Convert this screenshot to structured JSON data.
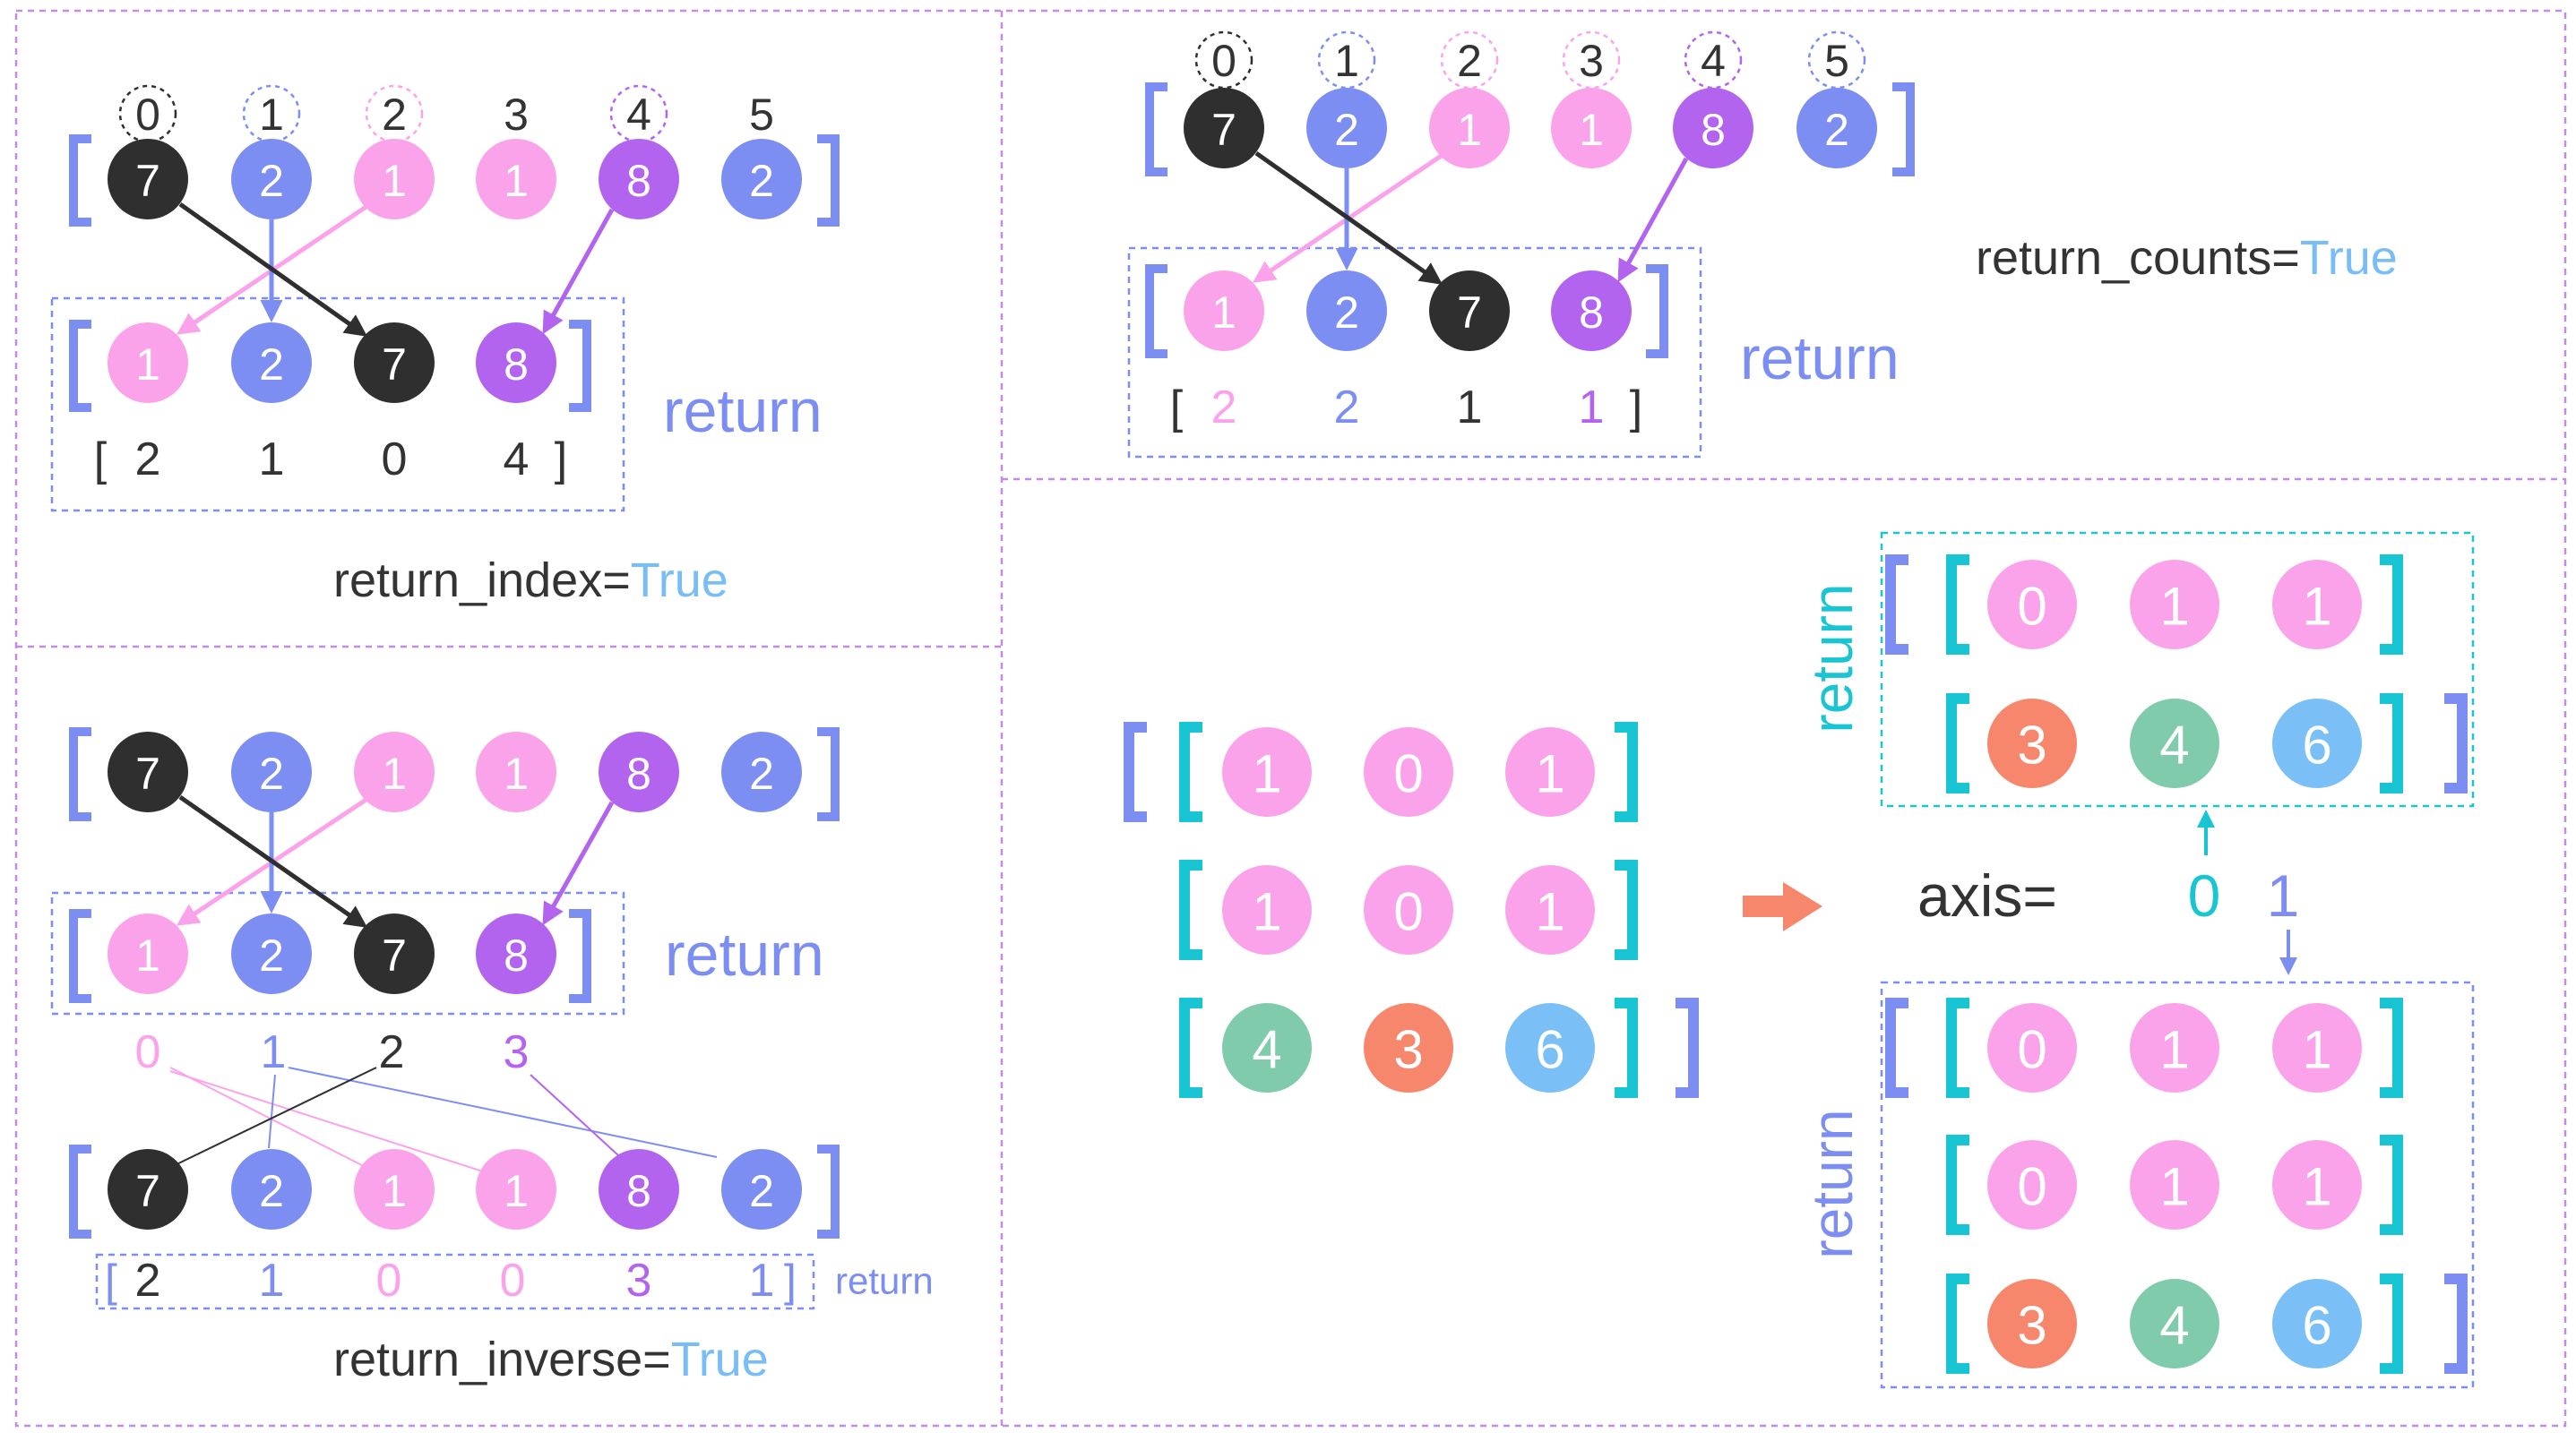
{
  "colors": {
    "black": "#2f2f2f",
    "blue": "#7d8ef3",
    "pink": "#fba3ea",
    "purple": "#b264ee",
    "cyan": "#19c5d3",
    "teal": "#7fcbab",
    "salmon": "#f6866c",
    "skyblue": "#7ac0f6",
    "true_text": "#79bdf6",
    "frame": "#c48be6"
  },
  "panel_index": {
    "indices": [
      "0",
      "1",
      "2",
      "3",
      "4",
      "5"
    ],
    "input": [
      "7",
      "2",
      "1",
      "1",
      "8",
      "2"
    ],
    "unique": [
      "1",
      "2",
      "7",
      "8"
    ],
    "index_result": [
      "2",
      "1",
      "0",
      "4"
    ],
    "return_word": "return",
    "param": "return_index=",
    "param_value": "True"
  },
  "panel_counts": {
    "indices": [
      "0",
      "1",
      "2",
      "3",
      "4",
      "5"
    ],
    "input": [
      "7",
      "2",
      "1",
      "1",
      "8",
      "2"
    ],
    "unique": [
      "1",
      "2",
      "7",
      "8"
    ],
    "counts": [
      "2",
      "2",
      "1",
      "1"
    ],
    "return_word": "return",
    "param": "return_counts=",
    "param_value": "True"
  },
  "panel_inverse": {
    "input": [
      "7",
      "2",
      "1",
      "1",
      "8",
      "2"
    ],
    "unique": [
      "1",
      "2",
      "7",
      "8"
    ],
    "unique_indices": [
      "0",
      "1",
      "2",
      "3"
    ],
    "rebuilt": [
      "7",
      "2",
      "1",
      "1",
      "8",
      "2"
    ],
    "inverse": [
      "2",
      "1",
      "0",
      "0",
      "3",
      "1"
    ],
    "return_word": "return",
    "return_small": "return",
    "param": "return_inverse=",
    "param_value": "True"
  },
  "panel_axis": {
    "input": [
      [
        "1",
        "0",
        "1"
      ],
      [
        "1",
        "0",
        "1"
      ],
      [
        "4",
        "3",
        "6"
      ]
    ],
    "axis0_result": [
      [
        "0",
        "1",
        "1"
      ],
      [
        "3",
        "4",
        "6"
      ]
    ],
    "axis1_result": [
      [
        "0",
        "1",
        "1"
      ],
      [
        "0",
        "1",
        "1"
      ],
      [
        "3",
        "4",
        "6"
      ]
    ],
    "axis_label": "axis=",
    "axis0": "0",
    "axis1": "1",
    "return_word": "return"
  }
}
